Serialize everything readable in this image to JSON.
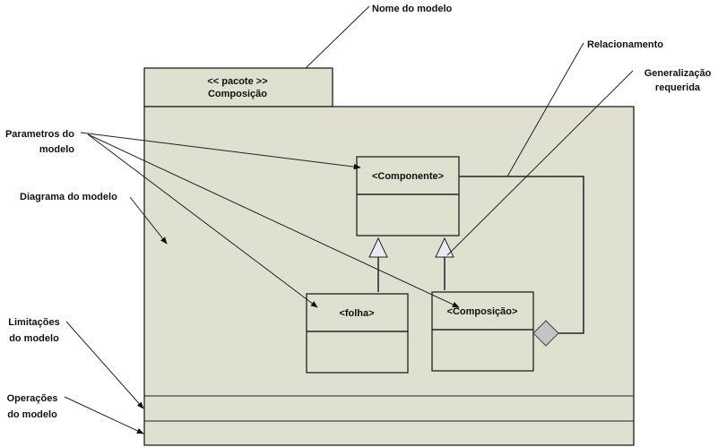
{
  "colors": {
    "package_fill": "#dfe0cf",
    "line": "#222222",
    "triangle_fill": "#e8eaf4",
    "diamond_fill": "#c4c4c4",
    "background": "#ffffff"
  },
  "package": {
    "stereotype": "<< pacote >>",
    "name": "Composição"
  },
  "classes": {
    "componente": "<Componente>",
    "folha": "<folha>",
    "composicao": "<Composição>"
  },
  "annotations": {
    "nome_do_modelo": "Nome do modelo",
    "relacionamento": "Relacionamento",
    "generalizacao_line1": "Generalização",
    "generalizacao_line2": "requerida",
    "parametros_line1": "Parametros do",
    "parametros_line2": "modelo",
    "diagrama": "Diagrama do modelo",
    "limitacoes_line1": "Limitações",
    "limitacoes_line2": "do modelo",
    "operacoes_line1": "Operações",
    "operacoes_line2": "do modelo"
  }
}
